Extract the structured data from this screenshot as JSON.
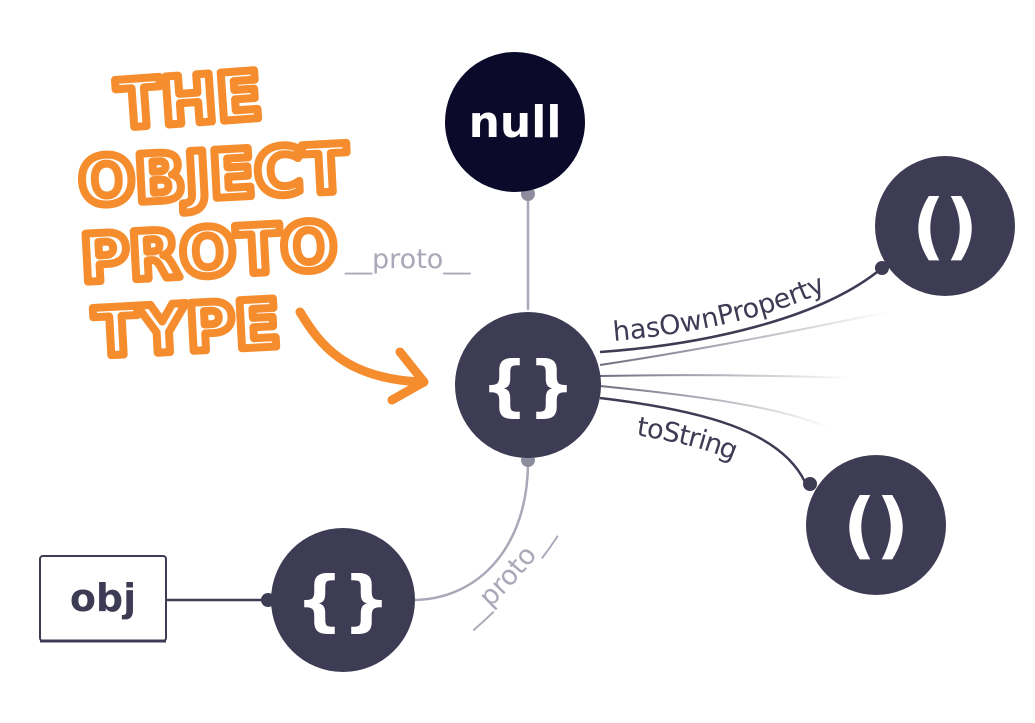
{
  "annotation": {
    "lines": [
      "THE",
      "OBJECT",
      "PROTO",
      "TYPE"
    ]
  },
  "nodes": {
    "null_node": {
      "label": "null"
    },
    "object_prototype": {
      "label": "{}"
    },
    "obj_object": {
      "label": "{}"
    },
    "hasownproperty_fn": {
      "label": "()"
    },
    "tostring_fn": {
      "label": "()"
    }
  },
  "variable": {
    "label": "obj"
  },
  "edges": {
    "proto_top": "__proto__",
    "proto_bottom": "__proto__",
    "hasownproperty": "hasOwnProperty",
    "tostring": "toString"
  },
  "colors": {
    "dark_node": "#3d3c54",
    "null_node": "#0b0a2a",
    "proto_line": "#a9a8b8",
    "annotation": "#f58d2f"
  }
}
